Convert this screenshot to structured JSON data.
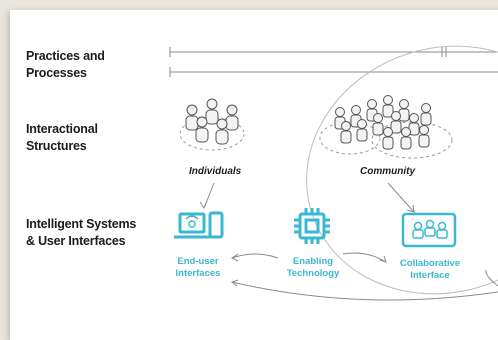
{
  "rows": {
    "practices": "Practices and\nProcesses",
    "interactional": "Interactional\nStructures",
    "intelligent": "Intelligent Systems\n& User Interfaces"
  },
  "groups": {
    "individuals": "Individuals",
    "community": "Community"
  },
  "components": {
    "end_user": "End-user\nInterfaces",
    "enabling": "Enabling\nTechnology",
    "collaborative": "Collaborative\nInterface"
  },
  "icons": {
    "end_user": "devices-icon",
    "enabling": "chip-icon",
    "collaborative": "shared-screen-icon"
  },
  "colors": {
    "accent": "#3ab7d3",
    "line": "#8a8a8a",
    "ink": "#1c1c1c"
  }
}
